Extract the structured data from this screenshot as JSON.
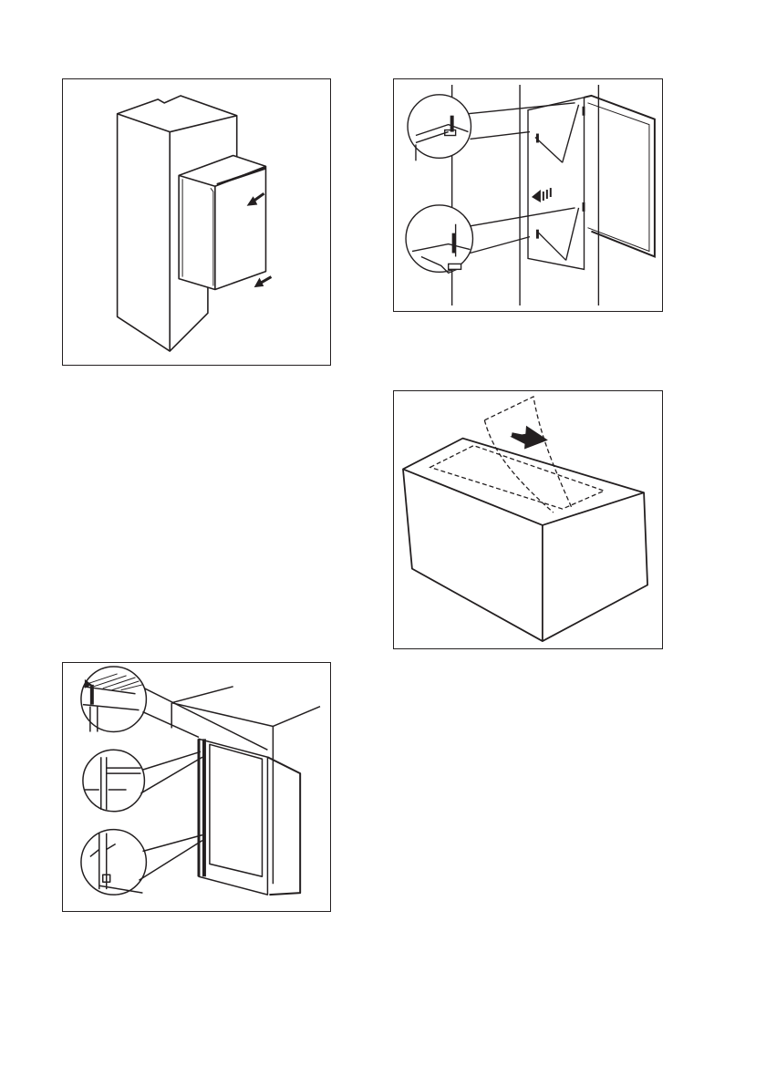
{
  "page": {
    "background": "#ffffff",
    "line_color": "#231f20"
  },
  "figures": [
    {
      "id": "fig-cabinet",
      "subject": "appliance-inserted-into-tall-cabinet"
    },
    {
      "id": "fig-screws",
      "subject": "door-fixing-screws-with-detail-callouts"
    },
    {
      "id": "fig-cover",
      "subject": "peel-off-adhesive-cover-strip"
    },
    {
      "id": "fig-door",
      "subject": "door-gap-alignment-detail-callouts"
    }
  ]
}
